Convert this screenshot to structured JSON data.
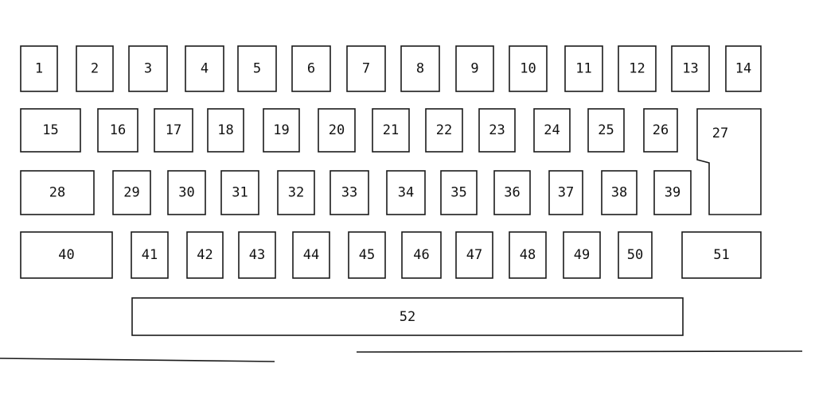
{
  "keys": [
    "1",
    "2",
    "3",
    "4",
    "5",
    "6",
    "7",
    "8",
    "9",
    "10",
    "11",
    "12",
    "13",
    "14",
    "15",
    "16",
    "17",
    "18",
    "19",
    "20",
    "21",
    "22",
    "23",
    "24",
    "25",
    "26",
    "27",
    "28",
    "29",
    "30",
    "31",
    "32",
    "33",
    "34",
    "35",
    "36",
    "37",
    "38",
    "39",
    "40",
    "41",
    "42",
    "43",
    "44",
    "45",
    "46",
    "47",
    "48",
    "49",
    "50",
    "51",
    "52"
  ]
}
